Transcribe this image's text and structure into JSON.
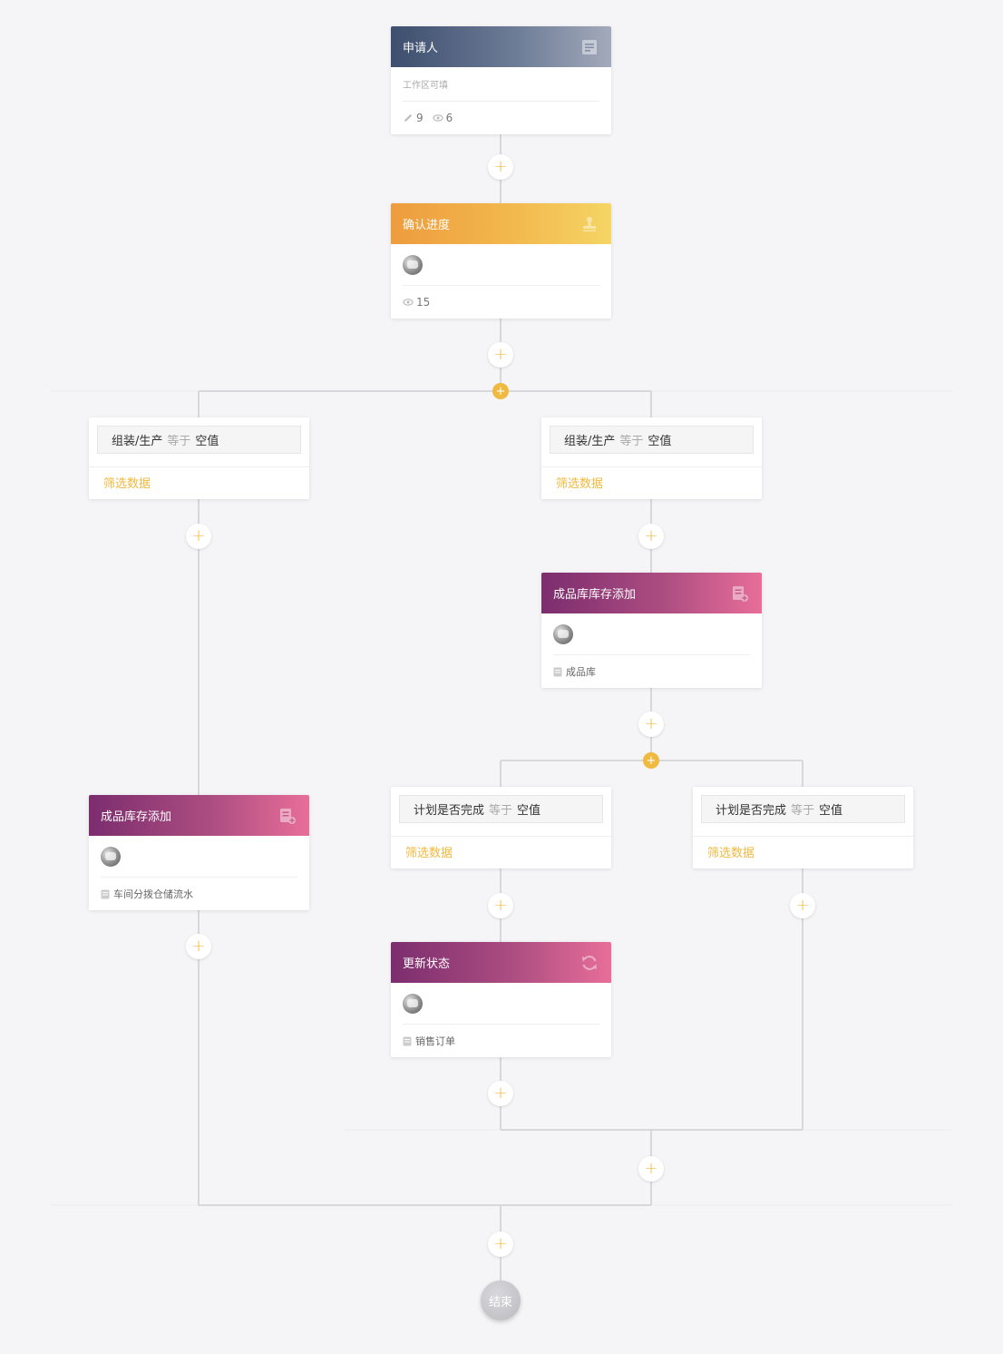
{
  "nodes": {
    "applicant": {
      "title": "申请人",
      "hint": "工作区可填",
      "edit_count": "9",
      "view_count": "6"
    },
    "confirm": {
      "title": "确认进度",
      "view_count": "15"
    },
    "add_stock_right": {
      "title": "成品库库存添加",
      "target": "成品库"
    },
    "add_stock_left": {
      "title": "成品库存添加",
      "target": "车间分拨仓储流水"
    },
    "update_status": {
      "title": "更新状态",
      "target": "销售订单"
    }
  },
  "conditions": {
    "left": {
      "field": "组装/生产",
      "op": "等于",
      "value": "空值",
      "link": "筛选数据"
    },
    "right": {
      "field": "组装/生产",
      "op": "等于",
      "value": "空值",
      "link": "筛选数据"
    },
    "mid": {
      "field": "计划是否完成",
      "op": "等于",
      "value": "空值",
      "link": "筛选数据"
    },
    "far": {
      "field": "计划是否完成",
      "op": "等于",
      "value": "空值",
      "link": "筛选数据"
    }
  },
  "end_label": "结束",
  "plus_symbol": "+",
  "colors": {
    "accent": "#f0b93f",
    "header_slate": "#3d4e6e",
    "header_orange": "#ee9c3e",
    "header_magenta": "#ac4d81"
  }
}
